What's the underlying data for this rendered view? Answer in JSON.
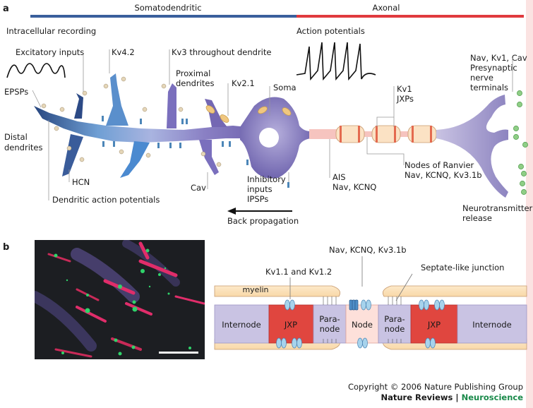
{
  "panel_a": {
    "letter": "a",
    "regions": {
      "somatodendritic": "Somatodendritic",
      "axonal": "Axonal"
    },
    "colors": {
      "somatodendritic_bar": "#3a5f9c",
      "axonal_bar": "#e03a3e",
      "soma": "#7d72b8",
      "dendrite_dark": "#2f4f8f",
      "dendrite_light": "#8cb8e0",
      "ais": "#f6c4bf",
      "myelin": "#fbe2c4",
      "vesicle": "#8fce86"
    },
    "labels": {
      "intracellular_recording": "Intracellular recording",
      "excitatory_inputs": "Excitatory inputs",
      "kv42": "Kv4.2",
      "kv3": "Kv3 throughout dendrite",
      "proximal": "Proximal",
      "dendrites": "dendrites",
      "kv21": "Kv2.1",
      "soma": "Soma",
      "action_potentials": "Action potentials",
      "kv1": "Kv1",
      "jxps": "JXPs",
      "terminal_channels": "Nav, Kv1, Cav",
      "presynaptic": "Presynaptic",
      "nerve": "nerve",
      "terminals": "terminals",
      "epsps": "EPSPs",
      "distal": "Distal",
      "distal_dendrites": "dendrites",
      "hcn": "HCN",
      "dendritic_ap": "Dendritic action potentials",
      "cav": "Cav",
      "inhibitory": "Inhibitory",
      "inputs": "inputs",
      "ipsps": "IPSPs",
      "back_propagation": "Back propagation",
      "ais": "AIS",
      "ais_channels": "Nav, KCNQ",
      "nodes_of_ranvier": "Nodes of Ranvier",
      "node_channels": "Nav, KCNQ, Kv3.1b",
      "neurotransmitter": "Neurotransmitter",
      "release": "release"
    }
  },
  "panel_b": {
    "letter": "b",
    "labels": {
      "kv11_kv12": "Kv1.1 and Kv1.2",
      "node_channels": "Nav, KCNQ, Kv3.1b",
      "septate": "Septate-like junction",
      "myelin": "myelin",
      "internode_left": "Internode",
      "jxp_left": "JXP",
      "paranode_left_1": "Para-",
      "paranode_left_2": "node",
      "node": "Node",
      "paranode_right_1": "Para-",
      "paranode_right_2": "node",
      "jxp_right": "JXP",
      "internode_right": "Internode"
    },
    "colors": {
      "internode": "#c9c3e3",
      "jxp": "#e0463f",
      "paranode": "#c9c3e3",
      "node": "#fde0da",
      "channel": "#a7d3ec",
      "nav_channel": "#4f8fc8"
    }
  },
  "footer": {
    "copyright": "Copyright © 2006 Nature Publishing Group",
    "journal": "Nature Reviews",
    "separator": " | ",
    "section": "Neuroscience"
  }
}
